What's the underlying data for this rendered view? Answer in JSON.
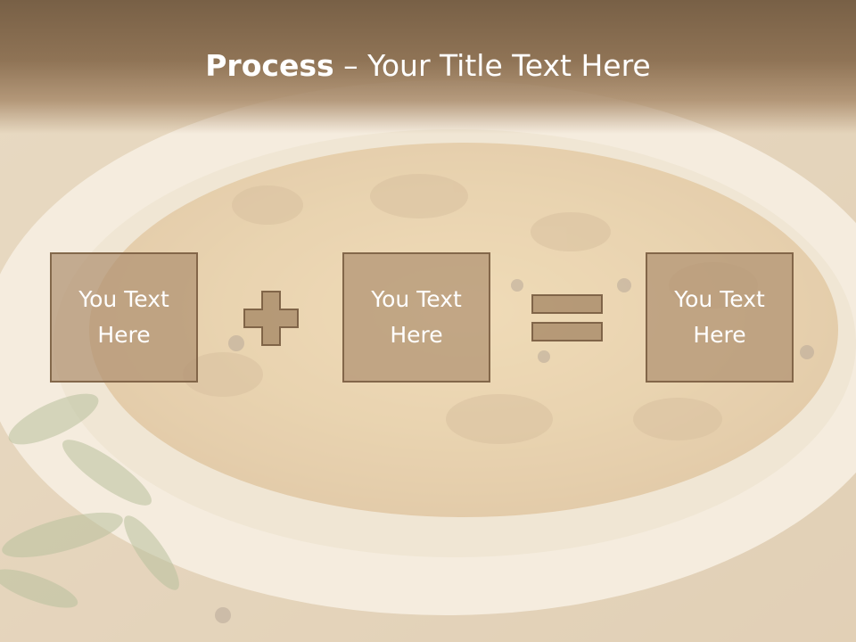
{
  "title": {
    "bold": "Process",
    "rest": " – Your Title Text Here"
  },
  "boxes": [
    {
      "text": "You Text Here"
    },
    {
      "text": "You Text Here"
    },
    {
      "text": "You Text Here"
    }
  ],
  "operators": [
    "plus-icon",
    "equals-icon"
  ],
  "colors": {
    "title_band": "#7a6148",
    "box_fill": "#b09272",
    "box_border": "#785c40",
    "operator_fill": "#a88a68",
    "text": "#ffffff"
  }
}
